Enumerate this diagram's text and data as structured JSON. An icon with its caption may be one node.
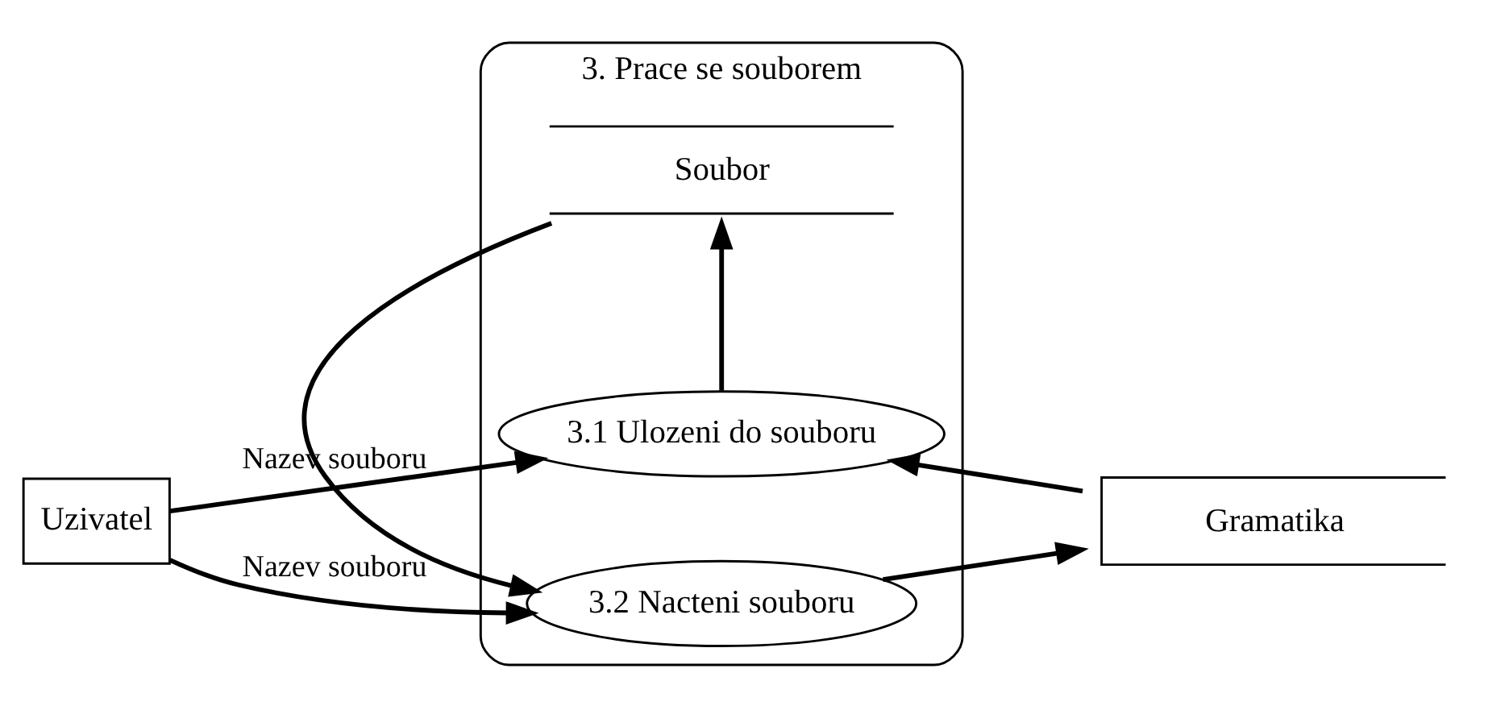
{
  "diagram": {
    "nodes": [
      {
        "text": [
          "Uzivatel"
        ]
      },
      {
        "text": [
          "3. Prace se souborem"
        ]
      },
      {
        "text": [
          "3.1 Ulozeni do souboru"
        ],
        "in": 1
      },
      {
        "text": [
          "Soubor"
        ],
        "in": 1
      },
      {
        "text": [
          "3.2 Nacteni souboru"
        ],
        "in": 1
      },
      {
        "text": [
          "Gramatika"
        ]
      }
    ],
    "edges": [
      {
        "from": 0,
        "to": 2,
        "arrow": "to",
        "label": "Nazev souboru"
      },
      {
        "from": 0,
        "to": 4,
        "arrow": "to",
        "label": "Nazev souboru"
      },
      {
        "from": 5,
        "to": 2,
        "arrow": "to"
      },
      {
        "from": 2,
        "to": 3,
        "arrow": "to"
      },
      {
        "from": 3,
        "to": 4,
        "arrow": "to"
      },
      {
        "from": 4,
        "to": 5,
        "arrow": "to"
      }
    ]
  }
}
